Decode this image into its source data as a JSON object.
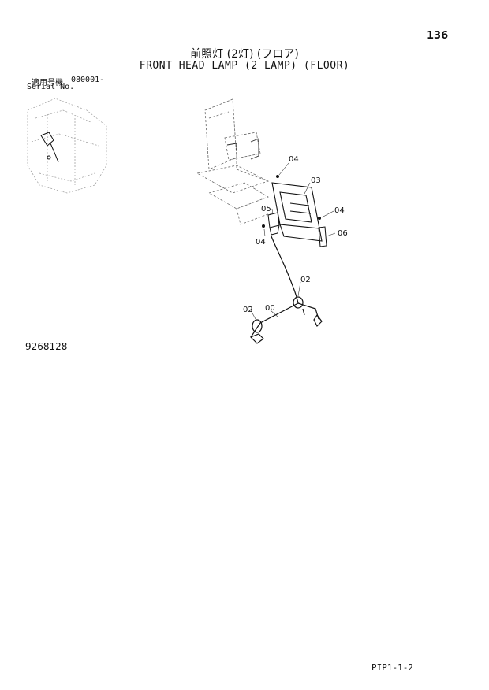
{
  "page_number": "136",
  "title_ja": "前照灯 (2灯) (フロア)",
  "title_en": "FRONT HEAD LAMP (2 LAMP) (FLOOR)",
  "serial": {
    "label_ja": "適用号機",
    "value": "080001-",
    "label_en": "Serial No."
  },
  "drawing_number": "9268128",
  "footer_code": "PIP1-1-2",
  "callouts": [
    "04",
    "03",
    "04",
    "05",
    "04",
    "06",
    "02",
    "02",
    "00"
  ]
}
